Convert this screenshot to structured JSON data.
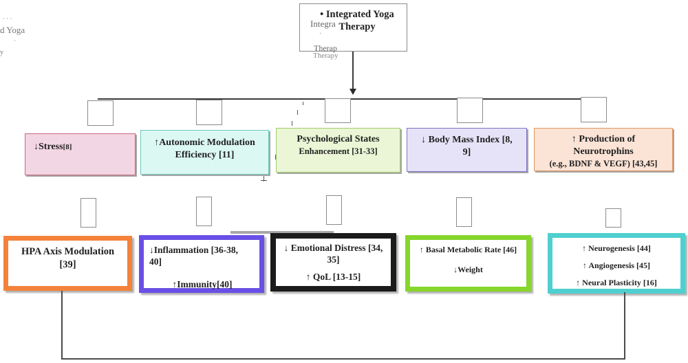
{
  "diagram": {
    "root": {
      "title": "• Integrated Yoga Therapy",
      "ghost_text": [
        "Integra",
        "·",
        "Therap",
        "Therapy"
      ]
    },
    "left_ghost_text": [
      "· · ·",
      "d Yoga",
      "·",
      "y"
    ],
    "effects": [
      {
        "id": "stress",
        "label": "↓Stress",
        "ref": "[8]",
        "color_fill": "#f3d6e3",
        "color_border": "#c9667f",
        "outcome": {
          "lines": [
            "HPA Axis Modulation",
            "[39]"
          ],
          "border_color": "#f4823a"
        }
      },
      {
        "id": "autonomic",
        "label": "↑Autonomic Modulation Efficiency [11]",
        "ref": "",
        "color_fill": "#dcf8f3",
        "color_border": "#6fc7bd",
        "outcome": {
          "lines": [
            "↓Inflammation [36-38, 40]",
            "↑Immunity[40]"
          ],
          "border_color": "#6a4fe6"
        }
      },
      {
        "id": "psychological",
        "label": "Psychological States",
        "sublabel": "Enhancement [31-33]",
        "color_fill": "#eaf6d6",
        "color_border": "#a3cc6c",
        "outcome": {
          "lines": [
            "↓ Emotional Distress [34, 35]",
            "↑ QoL [13-15]"
          ],
          "border_color": "#1b1b1b"
        }
      },
      {
        "id": "bmi",
        "label": "↓ Body Mass Index [8, 9]",
        "ref": "",
        "color_fill": "#e6e3f8",
        "color_border": "#7a72c8",
        "outcome": {
          "lines": [
            "↑ Basal Metabolic Rate [46]",
            "↓Weight"
          ],
          "border_color": "#86d62c"
        }
      },
      {
        "id": "neurotrophins",
        "label": "↑ Production of Neurotrophins",
        "sublabel": "(e.g., BDNF & VEGF) [43,45]",
        "color_fill": "#fbe3d6",
        "color_border": "#e4945f",
        "outcome": {
          "lines": [
            "↑ Neurogenesis [44]",
            "↑ Angiogenesis [45]",
            "↑ Neural Plasticity [16]"
          ],
          "border_color": "#4fcfcf"
        }
      }
    ]
  }
}
